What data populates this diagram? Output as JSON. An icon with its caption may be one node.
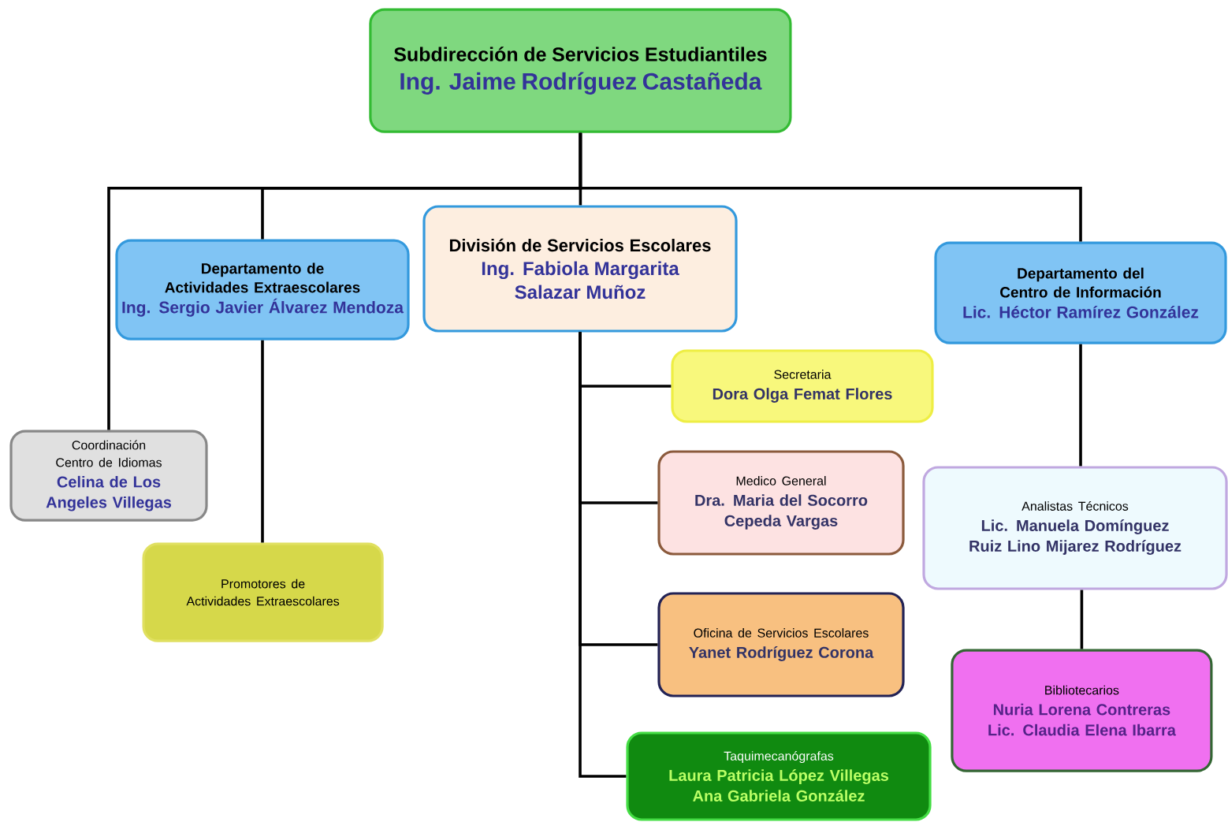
{
  "diagram": {
    "nodes": [
      {
        "text": [
          "Subdirección de Servicios Estudiantiles",
          "Ing. Jaime Rodríguez Castañeda"
        ]
      },
      {
        "text": [
          "Departamento de Actividades Extraescolares",
          "Ing. Sergio Javier Álvarez Mendoza"
        ]
      },
      {
        "text": [
          "División de Servicios Escolares",
          "Ing. Fabiola Margarita Salazar Muñoz"
        ]
      },
      {
        "text": [
          "Departamento del Centro de Información",
          "Lic. Héctor Ramírez González"
        ]
      },
      {
        "text": [
          "Secretaria",
          "Dora Olga Femat Flores"
        ]
      },
      {
        "text": [
          "Coordinación Centro de Idiomas",
          "Celina de Los Angeles Villegas"
        ]
      },
      {
        "text": [
          "Medico General",
          "Dra. Maria del Socorro Cepeda Vargas"
        ]
      },
      {
        "text": [
          "Analistas Técnicos",
          "Lic. Manuela Domínguez Ruiz Lino Mijarez Rodríguez"
        ]
      },
      {
        "text": [
          "Promotores de Actividades Extraescolares"
        ]
      },
      {
        "text": [
          "Oficina de Servicios Escolares",
          "Yanet Rodríguez Corona"
        ]
      },
      {
        "text": [
          "Bibliotecarios",
          "Nuria Lorena Contreras Lic. Claudia Elena Ibarra"
        ]
      },
      {
        "text": [
          "Taquimecanógrafas",
          "Laura Patricia López Villegas Ana Gabriela González"
        ]
      }
    ],
    "edges": [
      {
        "from": 0,
        "to": 5,
        "arrow": "none"
      },
      {
        "from": 0,
        "to": 1,
        "arrow": "none"
      },
      {
        "from": 0,
        "to": 2,
        "arrow": "none"
      },
      {
        "from": 0,
        "to": 3,
        "arrow": "none"
      },
      {
        "from": 1,
        "to": 8,
        "arrow": "none"
      },
      {
        "from": 2,
        "to": 4,
        "arrow": "none"
      },
      {
        "from": 2,
        "to": 6,
        "arrow": "none"
      },
      {
        "from": 2,
        "to": 9,
        "arrow": "none"
      },
      {
        "from": 2,
        "to": 11,
        "arrow": "none"
      },
      {
        "from": 3,
        "to": 7,
        "arrow": "none"
      },
      {
        "from": 7,
        "to": 10,
        "arrow": "none"
      }
    ]
  }
}
